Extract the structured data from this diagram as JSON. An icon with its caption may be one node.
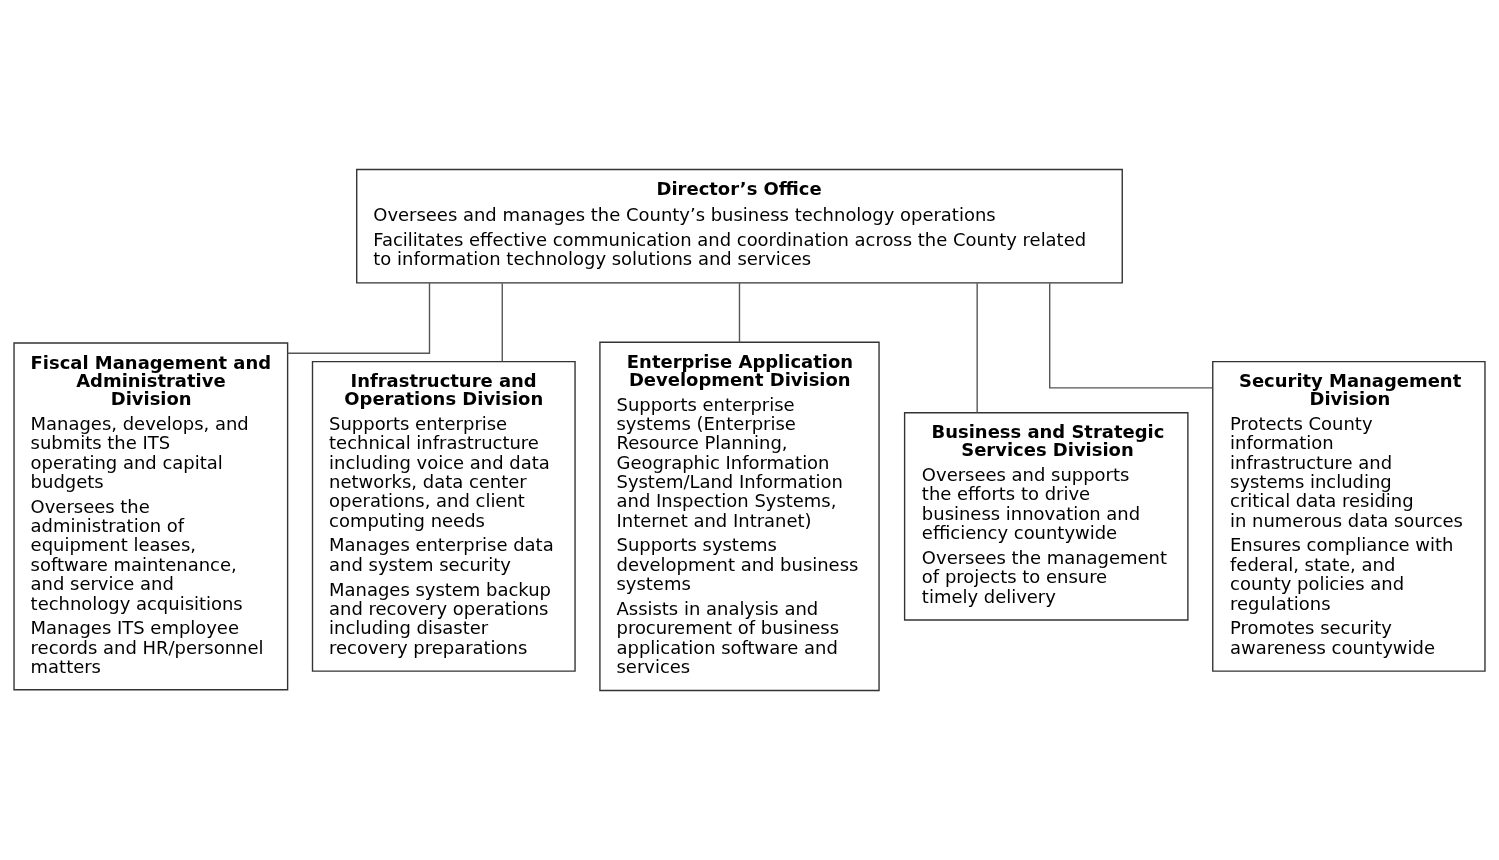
{
  "diagram": {
    "nodes": [
      {
        "text": [
          "Director’s Office",
          "Oversees and manages the County’s business technology operations",
          "Facilitates effective communication and coordination across the County related to information technology solutions and services"
        ]
      },
      {
        "text": [
          "Fiscal Management and Administrative Division",
          "Manages, develops, and submits the ITS operating and capital budgets",
          "Oversees the administration of equipment leases, software maintenance, and service and technology acquisitions",
          "Manages ITS employee records and HR/personnel matters"
        ]
      },
      {
        "text": [
          "Infrastructure and Operations Division",
          "Supports enterprise technical infrastructure including voice and data networks, data center operations, and client computing needs",
          "Manages enterprise data and system security",
          "Manages system backup and recovery operations including disaster recovery preparations"
        ]
      },
      {
        "text": [
          "Enterprise Application Development Division",
          "Supports enterprise systems (Enterprise Resource Planning, Geographic Information System/Land Information and Inspection Systems, Internet and Intranet)",
          "Supports systems development and business systems",
          "Assists in analysis and procurement of business application software and services"
        ]
      },
      {
        "text": [
          "Business and Strategic Services Division",
          "Oversees and supports the efforts to drive business innovation and efficiency countywide",
          "Oversees the management of projects to ensure timely delivery"
        ]
      },
      {
        "text": [
          "Security Management Division",
          "Protects County information infrastructure and systems including critical data residing in numerous data sources",
          "Ensures compliance with federal, state, and county policies and regulations",
          "Promotes security awareness countywide"
        ]
      }
    ],
    "edges": [
      {
        "from": 0,
        "to": 1,
        "arrow": "none"
      },
      {
        "from": 0,
        "to": 2,
        "arrow": "none"
      },
      {
        "from": 0,
        "to": 3,
        "arrow": "none"
      },
      {
        "from": 0,
        "to": 4,
        "arrow": "none"
      },
      {
        "from": 0,
        "to": 5,
        "arrow": "none"
      }
    ]
  }
}
